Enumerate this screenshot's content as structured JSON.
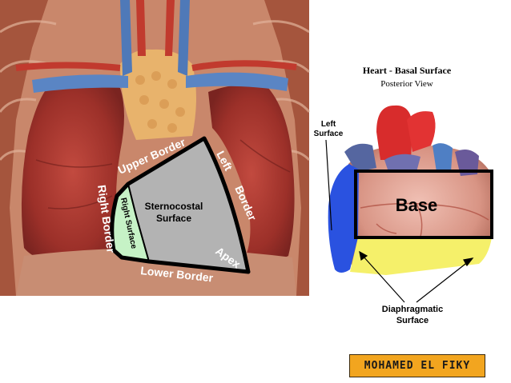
{
  "left_figure": {
    "labels": {
      "upper_border": "Upper Border",
      "left_border_1": "Left",
      "left_border_2": "Border",
      "right_border": "Right Border",
      "right_surface": "Right Surface",
      "sternocostal_1": "Sternocostal",
      "sternocostal_2": "Surface",
      "apex": "Apex",
      "lower_border": "Lower Border"
    }
  },
  "right_figure": {
    "title": "Heart - Basal Surface",
    "subtitle": "Posterior View",
    "labels": {
      "left_surface_1": "Left",
      "left_surface_2": "Surface",
      "base": "Base",
      "diaphragmatic_1": "Diaphragmatic",
      "diaphragmatic_2": "Surface"
    }
  },
  "credit": "MOHAMED EL FIKY",
  "colors": {
    "sternocostal_fill": "#b3b3b3",
    "right_surface_fill": "#c6f2c6",
    "left_surface_fill": "#2a52e0",
    "diaphragmatic_fill": "#f5f06a",
    "outline": "#000000",
    "label_white": "#ffffff"
  }
}
